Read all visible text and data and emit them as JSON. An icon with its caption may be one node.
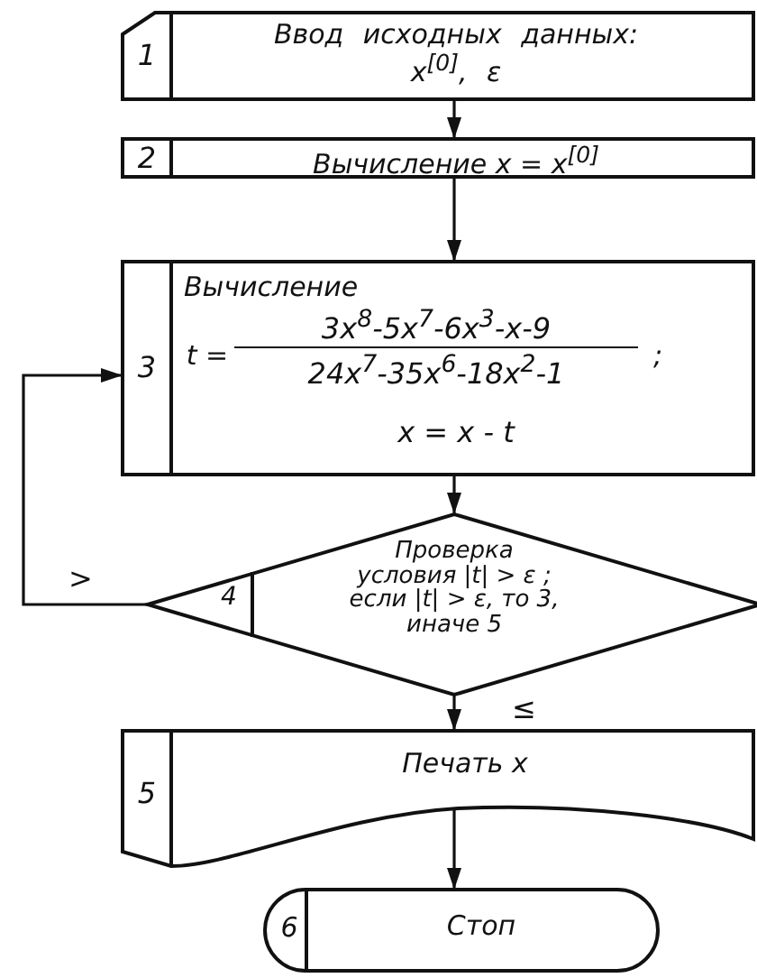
{
  "diagram": {
    "nodes": [
      {
        "text": [
          "1",
          "Ввод исходных данных: x$^{[0]}$, ε"
        ]
      },
      {
        "text": [
          "2",
          "Вычисление x = x$^{[0]}$"
        ]
      },
      {
        "text": [
          "3",
          "Вычисление",
          "t =",
          "3x$^{8}$-5x$^{7}$-6x$^{3}$-x-9",
          "24x$^{7}$-35x$^{6}$-18x$^{2}$-1",
          ";",
          "x = x - t"
        ]
      },
      {
        "text": [
          "4",
          "Проверка условия |t| > ε ; если |t| > ε, то 3, иначе 5"
        ]
      },
      {
        "text": [
          "5",
          "Печать x"
        ]
      },
      {
        "text": [
          "6",
          "Стоп"
        ]
      }
    ],
    "edges": [
      {
        "from": 0,
        "to": 1,
        "arrow": "to"
      },
      {
        "from": 1,
        "to": 2,
        "arrow": "to"
      },
      {
        "from": 2,
        "to": 3,
        "arrow": "to"
      },
      {
        "from": 3,
        "to": 2,
        "arrow": "to",
        "label": ">"
      },
      {
        "from": 3,
        "to": 4,
        "arrow": "to",
        "label": "≤"
      },
      {
        "from": 4,
        "to": 5,
        "arrow": "to"
      }
    ]
  }
}
